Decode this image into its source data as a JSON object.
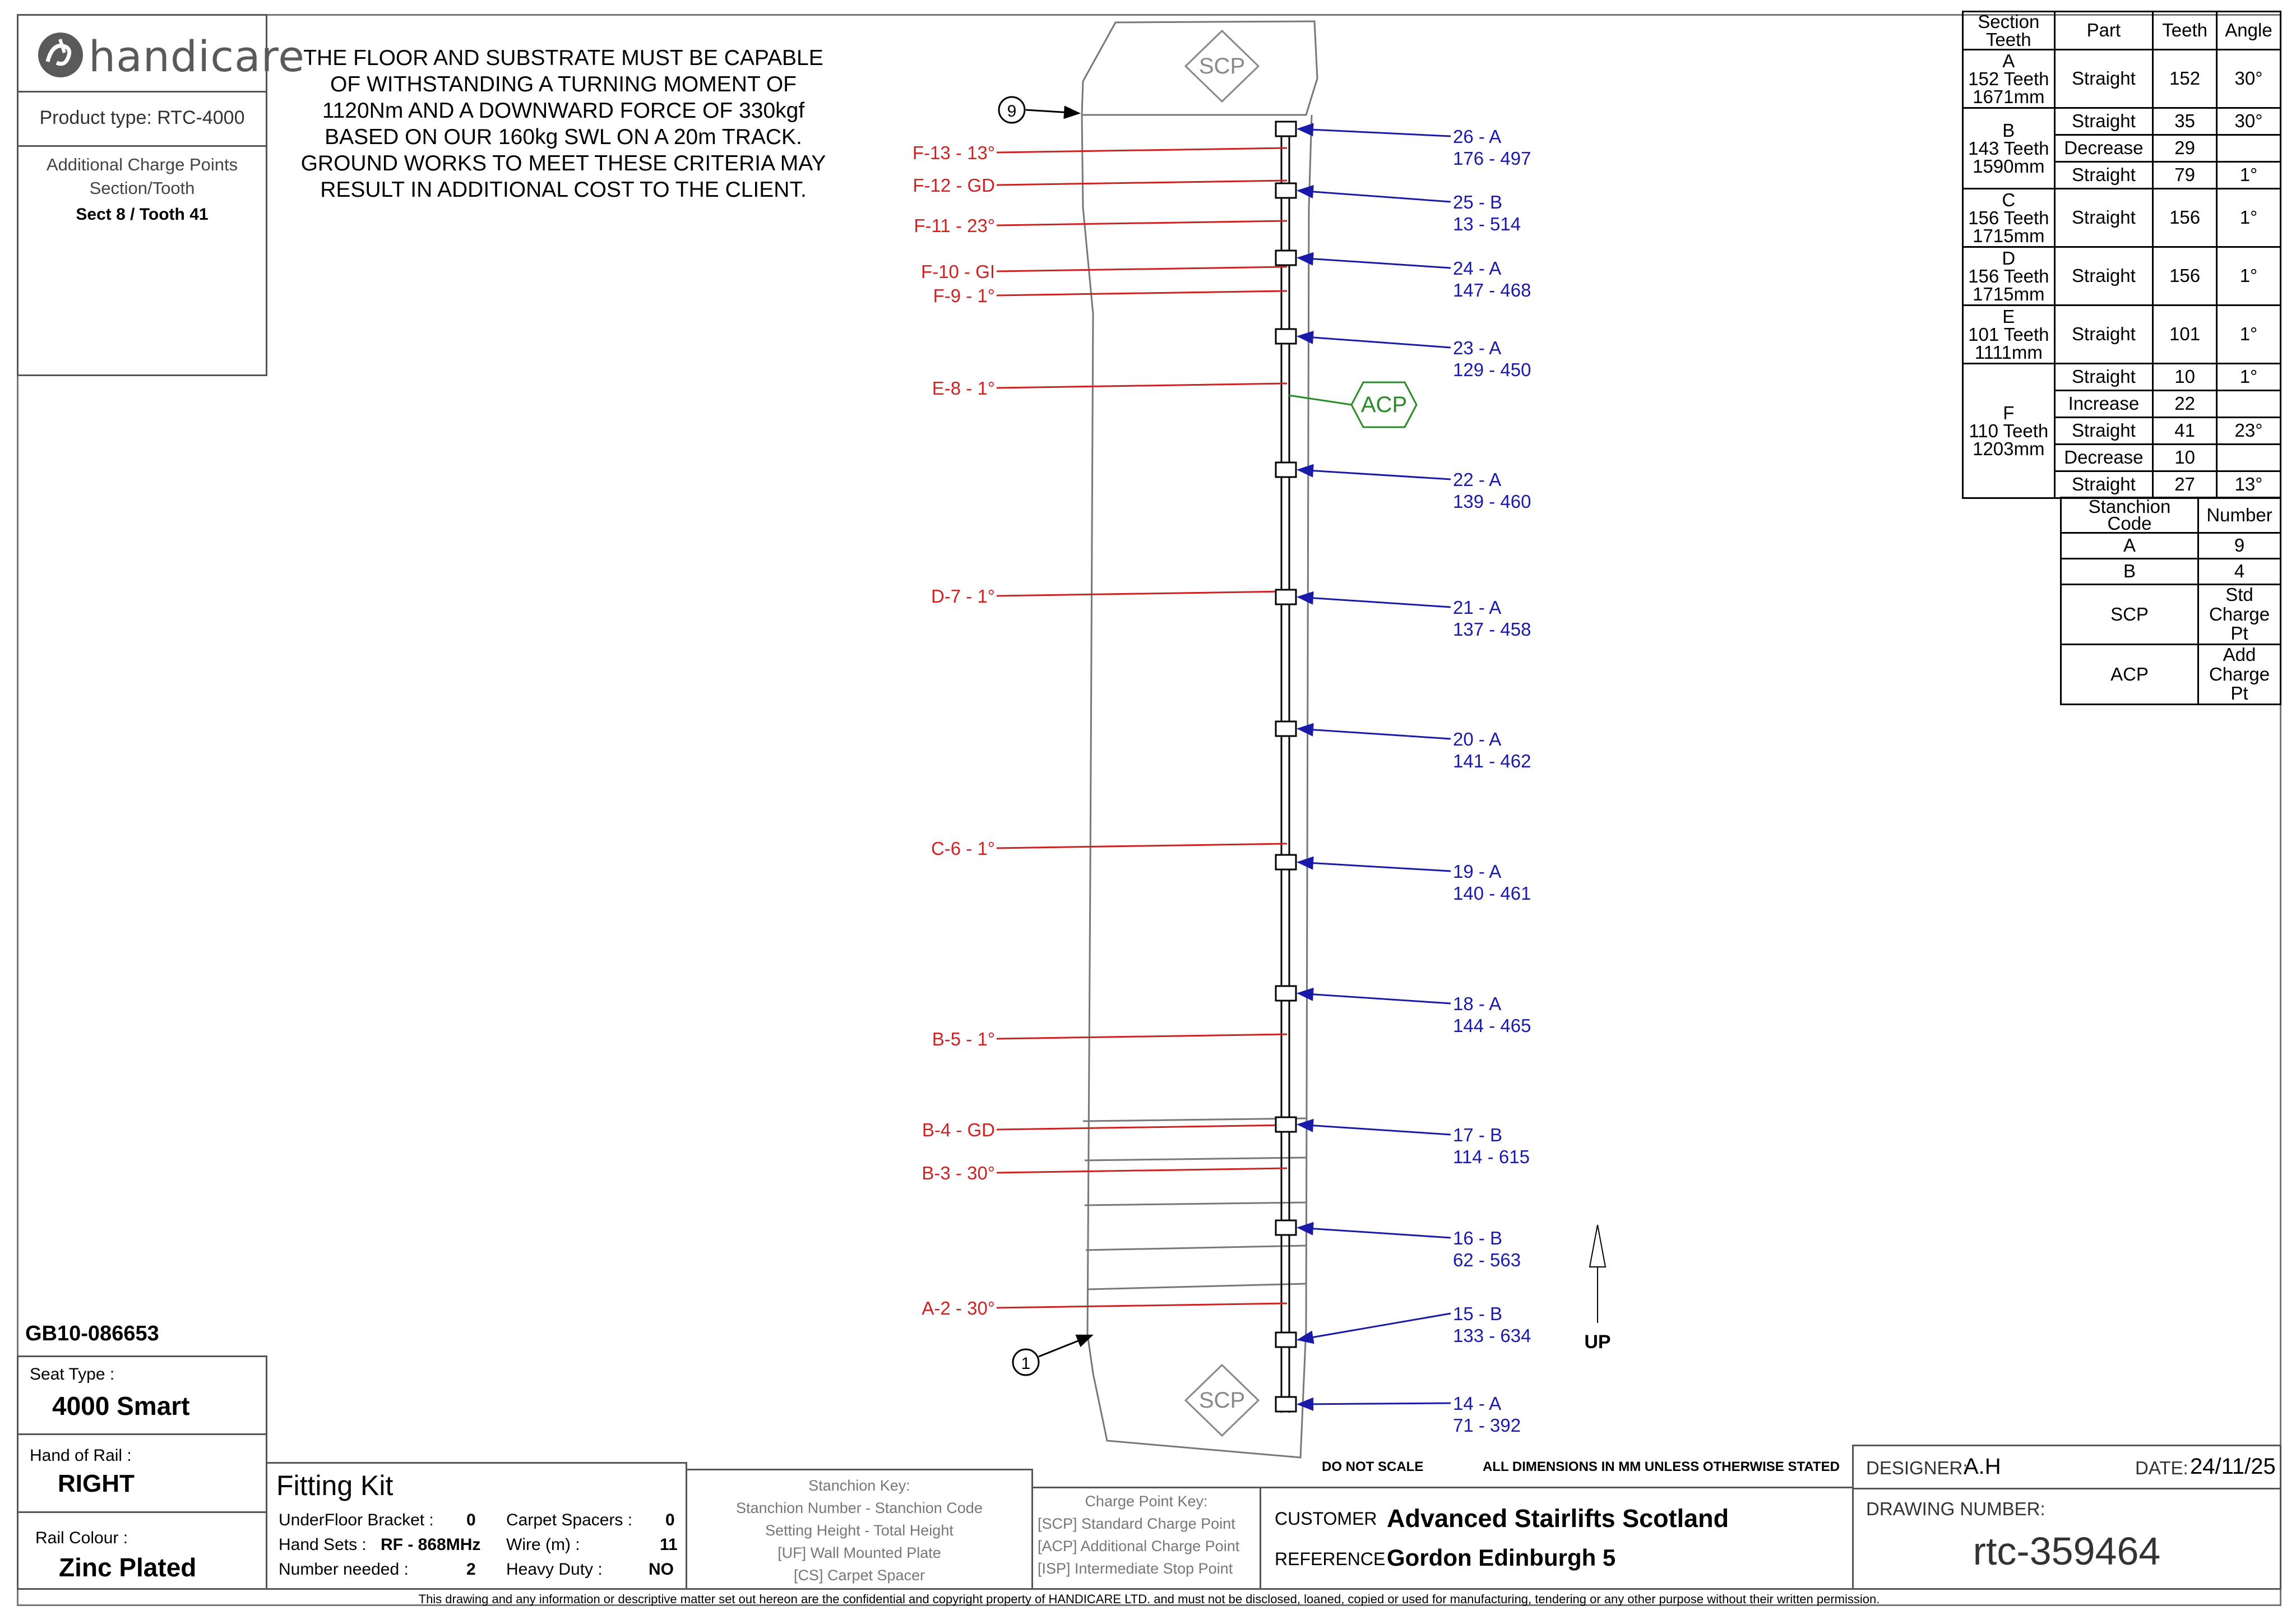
{
  "brand": {
    "name": "handicare",
    "logo_color": "#5a5a5a"
  },
  "product_type": "Product type: RTC-4000",
  "charge_points": {
    "heading1": "Additional Charge Points",
    "heading2": "Section/Tooth",
    "value": "Sect 8 / Tooth 41"
  },
  "notice": [
    "THE FLOOR AND SUBSTRATE MUST BE CAPABLE",
    "OF WITHSTANDING A TURNING MOMENT OF",
    "1120Nm AND A DOWNWARD FORCE OF 330kgf",
    "BASED ON OUR 160kg SWL ON A 20m TRACK.",
    "GROUND WORKS TO MEET THESE CRITERIA MAY",
    "RESULT IN ADDITIONAL COST TO THE CLIENT."
  ],
  "job_id": "GB10-086653",
  "seat_type": {
    "label": "Seat Type :",
    "value": "4000 Smart"
  },
  "hand_of_rail": {
    "label": "Hand of Rail :",
    "value": "RIGHT"
  },
  "rail_colour": {
    "label": "Rail Colour :",
    "value": "Zinc Plated"
  },
  "fitting_kit": {
    "title": "Fitting Kit",
    "underfloor": {
      "label": "UnderFloor Bracket :",
      "value": "0"
    },
    "carpet": {
      "label": "Carpet Spacers :",
      "value": "0"
    },
    "hand_sets": {
      "label": "Hand Sets :",
      "value": "RF - 868MHz"
    },
    "wire": {
      "label": "Wire (m) :",
      "value": "11"
    },
    "number": {
      "label": "Number needed :",
      "value": "2"
    },
    "heavy": {
      "label": "Heavy Duty :",
      "value": "NO"
    }
  },
  "stanchion_key": {
    "title": "Stanchion Key:",
    "lines": [
      "Stanchion Number - Stanchion Code",
      "Setting Height - Total Height",
      "[UF]  Wall Mounted Plate",
      "[CS]  Carpet Spacer"
    ]
  },
  "charge_key": {
    "title": "Charge Point Key:",
    "lines": [
      "[SCP]  Standard Charge Point",
      "[ACP]  Additional Charge Point",
      "[ISP]  Intermediate Stop Point"
    ]
  },
  "do_not_scale": "DO NOT SCALE",
  "dimensions_note": "ALL DIMENSIONS IN MM UNLESS OTHERWISE STATED",
  "customer": {
    "label": "CUSTOMER",
    "value": "Advanced Stairlifts Scotland"
  },
  "reference": {
    "label": "REFERENCE",
    "value": "Gordon Edinburgh 5"
  },
  "designer": {
    "label": "DESIGNER:",
    "value": "A.H"
  },
  "date": {
    "label": "DATE:",
    "value": "24/11/25"
  },
  "drawing_number": {
    "label": "DRAWING NUMBER:",
    "value": "rtc-359464"
  },
  "copyright": "This drawing and any information or descriptive matter set out hereon are the confidential and copyright property of HANDICARE LTD. and must not be disclosed, loaned, copied or used for manufacturing, tendering or any other purpose without their written permission.",
  "sections_table": {
    "headers": [
      "Section Teeth",
      "Part",
      "Teeth",
      "Angle"
    ],
    "sections": [
      {
        "name": "A",
        "teeth": "152 Teeth",
        "mm": "1671mm",
        "parts": [
          [
            "Straight",
            "152",
            "30°"
          ]
        ]
      },
      {
        "name": "B",
        "teeth": "143 Teeth",
        "mm": "1590mm",
        "parts": [
          [
            "Straight",
            "35",
            "30°"
          ],
          [
            "Decrease",
            "29",
            ""
          ],
          [
            "Straight",
            "79",
            "1°"
          ]
        ]
      },
      {
        "name": "C",
        "teeth": "156 Teeth",
        "mm": "1715mm",
        "parts": [
          [
            "Straight",
            "156",
            "1°"
          ]
        ]
      },
      {
        "name": "D",
        "teeth": "156 Teeth",
        "mm": "1715mm",
        "parts": [
          [
            "Straight",
            "156",
            "1°"
          ]
        ]
      },
      {
        "name": "E",
        "teeth": "101 Teeth",
        "mm": "1111mm",
        "parts": [
          [
            "Straight",
            "101",
            "1°"
          ]
        ]
      },
      {
        "name": "F",
        "teeth": "110 Teeth",
        "mm": "1203mm",
        "parts": [
          [
            "Straight",
            "10",
            "1°"
          ],
          [
            "Increase",
            "22",
            ""
          ],
          [
            "Straight",
            "41",
            "23°"
          ],
          [
            "Decrease",
            "10",
            ""
          ],
          [
            "Straight",
            "27",
            "13°"
          ]
        ]
      }
    ]
  },
  "stanchion_table": {
    "headers": [
      "Stanchion Code",
      "Number"
    ],
    "rows": [
      [
        "A",
        "9"
      ],
      [
        "B",
        "4"
      ],
      [
        "SCP",
        "Std Charge Pt"
      ],
      [
        "ACP",
        "Add Charge Pt"
      ]
    ]
  },
  "diagram": {
    "colors": {
      "section": "#cc2222",
      "stanchion": "#1a1aa8",
      "acp": "#2a8a2a",
      "outline": "#555555"
    },
    "scp_top": "SCP",
    "scp_bottom": "SCP",
    "acp": "ACP",
    "start_marker": "1",
    "end_marker": "9",
    "up_label": "UP",
    "section_labels": [
      "F-13 - 13°",
      "F-12 - GD",
      "F-11 - 23°",
      "F-10 - GI",
      "F-9 - 1°",
      "E-8 - 1°",
      "D-7 - 1°",
      "C-6 - 1°",
      "B-5 - 1°",
      "B-4 - GD",
      "B-3 - 30°",
      "A-2 - 30°"
    ],
    "stanchions": [
      {
        "id": "26 - A",
        "heights": "176 - 497"
      },
      {
        "id": "25 - B",
        "heights": "13 - 514"
      },
      {
        "id": "24 - A",
        "heights": "147 - 468"
      },
      {
        "id": "23 - A",
        "heights": "129 - 450"
      },
      {
        "id": "22 - A",
        "heights": "139 - 460"
      },
      {
        "id": "21 - A",
        "heights": "137 - 458"
      },
      {
        "id": "20 - A",
        "heights": "141 - 462"
      },
      {
        "id": "19 - A",
        "heights": "140 - 461"
      },
      {
        "id": "18 - A",
        "heights": "144 - 465"
      },
      {
        "id": "17 - B",
        "heights": "114 - 615"
      },
      {
        "id": "16 - B",
        "heights": "62 - 563"
      },
      {
        "id": "15 - B",
        "heights": "133 - 634"
      },
      {
        "id": "14 - A",
        "heights": "71 - 392"
      }
    ]
  }
}
